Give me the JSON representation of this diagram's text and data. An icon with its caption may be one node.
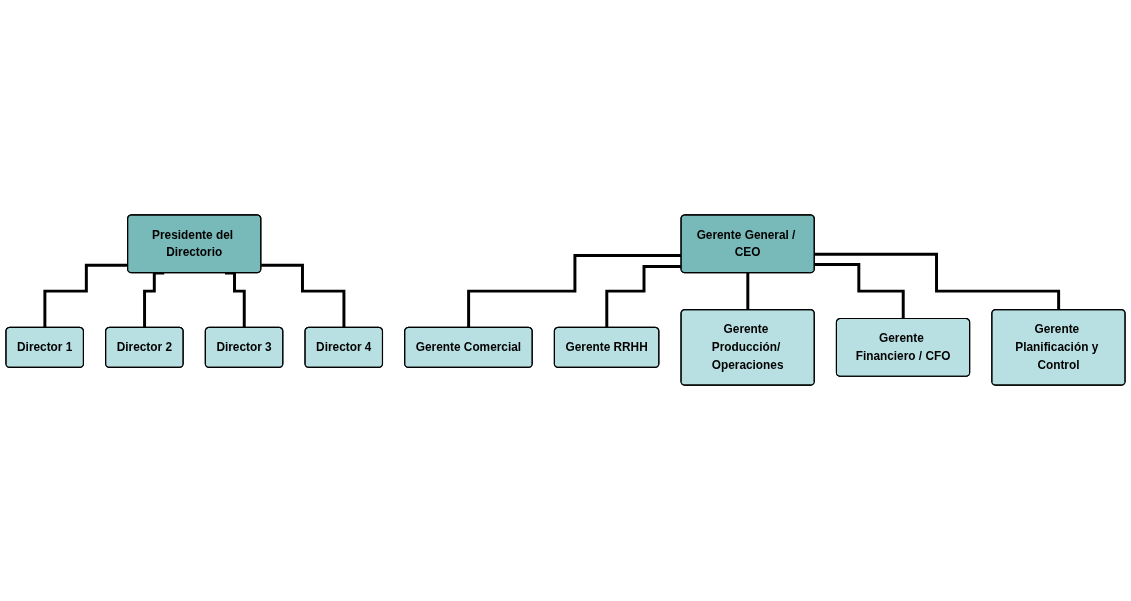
{
  "diagram": {
    "nodes": [
      {
        "text": [
          "Presidente del Directorio"
        ]
      },
      {
        "text": [
          "Director 1"
        ]
      },
      {
        "text": [
          "Director 2"
        ]
      },
      {
        "text": [
          "Director 3"
        ]
      },
      {
        "text": [
          "Director 4"
        ]
      },
      {
        "text": [
          "Gerente General / CEO"
        ]
      },
      {
        "text": [
          "Gerente Comercial"
        ]
      },
      {
        "text": [
          "Gerente RRHH"
        ]
      },
      {
        "text": [
          "Gerente Producción/ Operaciones"
        ]
      },
      {
        "text": [
          "Gerente Financiero / CFO"
        ]
      },
      {
        "text": [
          "Gerente Planificación y Control"
        ]
      }
    ],
    "edges": [
      {
        "from": 0,
        "to": 1,
        "arrow": "none"
      },
      {
        "from": 0,
        "to": 2,
        "arrow": "none"
      },
      {
        "from": 0,
        "to": 3,
        "arrow": "none"
      },
      {
        "from": 0,
        "to": 4,
        "arrow": "none"
      },
      {
        "from": 5,
        "to": 6,
        "arrow": "none"
      },
      {
        "from": 5,
        "to": 7,
        "arrow": "none"
      },
      {
        "from": 5,
        "to": 8,
        "arrow": "none"
      },
      {
        "from": 5,
        "to": 9,
        "arrow": "none"
      },
      {
        "from": 5,
        "to": 10,
        "arrow": "none"
      }
    ]
  }
}
